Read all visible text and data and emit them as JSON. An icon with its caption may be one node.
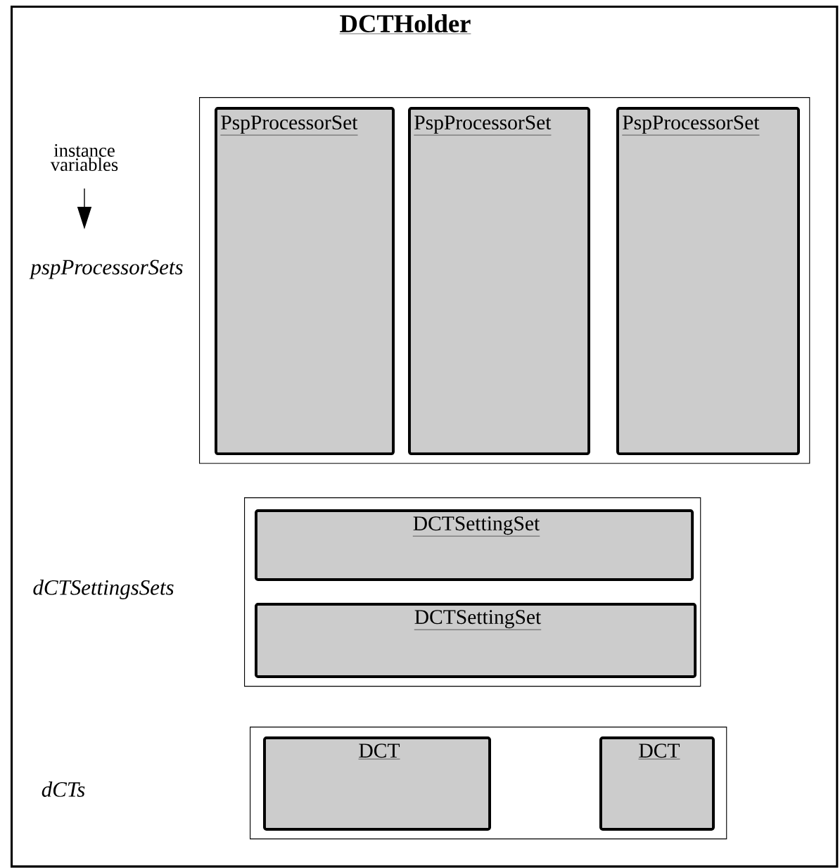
{
  "diagram": {
    "nodes": [
      {
        "text": [
          "DCTHolder"
        ]
      },
      {
        "text": [],
        "shape": "box",
        "in": 0
      },
      {
        "text": [
          "PspProcessorSet"
        ],
        "in": 1
      },
      {
        "text": [
          "PspProcessorSet"
        ],
        "in": 1
      },
      {
        "text": [
          "PspProcessorSet"
        ],
        "in": 1
      },
      {
        "text": [],
        "shape": "box",
        "in": 0
      },
      {
        "text": [
          "DCTSettingSet"
        ],
        "in": 5
      },
      {
        "text": [
          "DCTSettingSet"
        ],
        "in": 5
      },
      {
        "text": [],
        "shape": "box",
        "in": 0
      },
      {
        "text": [
          "DCT"
        ],
        "in": 8
      },
      {
        "text": [
          "DCT"
        ],
        "in": 8
      }
    ],
    "edges": [],
    "labels": [
      "instance variables",
      "pspProcessorSets",
      "dCTSettingsSets",
      "dCTs"
    ]
  }
}
